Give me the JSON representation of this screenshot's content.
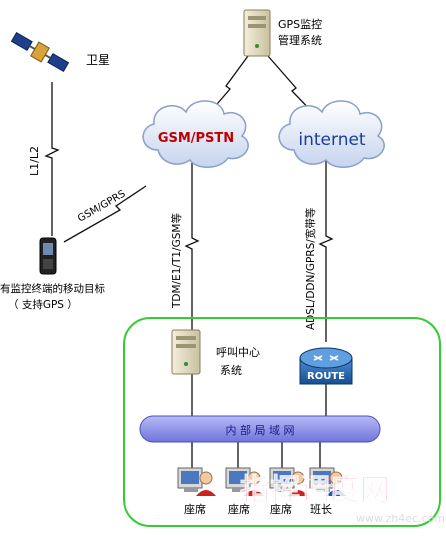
{
  "labels": {
    "gps_server": [
      "GPS监控",
      "管理系统"
    ],
    "satellite": "卫星",
    "l1l2": "L1/L2",
    "gsm_gprs": "GSM/GPRS",
    "mobile_target": [
      "有监控终端的移动目标",
      "（ 支持GPS ）"
    ],
    "gsm_pstn": "GSM/PSTN",
    "internet": "internet",
    "tdm": "TDM/E1/T1/GSM等",
    "adsl": "ADSL/DDN/GPRS/宽带等",
    "call_center": [
      "呼叫中心",
      "系统"
    ],
    "route": "ROUTE",
    "lan": "内 部 局 域 网",
    "seats": [
      "座席",
      "座席",
      "座席",
      "班长"
    ]
  },
  "watermark": {
    "text": "指挥调度网",
    "url": "www.zh4ec.com"
  },
  "colors": {
    "lan_border": "#33cc33",
    "lan_bus": "#8a8ee8",
    "cloud": "#d9e3f5",
    "gsm_text": "#c00000",
    "internet_text": "#1a3d99",
    "route_box": "#1f5fa8",
    "watermark": "#ff9ab5"
  }
}
